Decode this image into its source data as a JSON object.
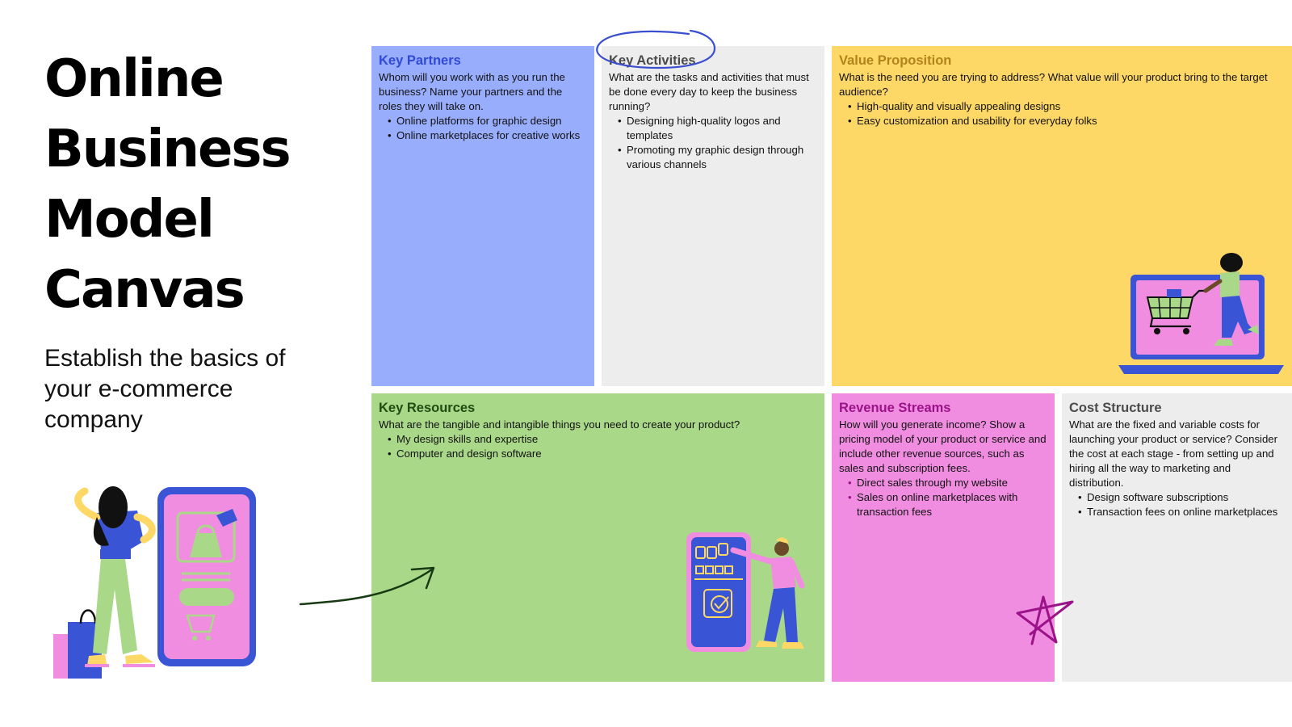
{
  "title_lines": [
    "Online",
    "Business",
    "Model",
    "Canvas"
  ],
  "subtitle": "Establish the basics of your e-commerce company",
  "blocks": {
    "key_partners": {
      "heading": "Key Partners",
      "question": "Whom will you work with as you run the business? Name your partners and the roles they will take on.",
      "items": [
        "Online platforms for graphic design",
        "Online marketplaces for creative works"
      ]
    },
    "key_activities": {
      "heading": "Key Activities",
      "question": "What are the tasks and activities that must be done every day to keep the business running?",
      "items": [
        "Designing high-quality logos and templates",
        "Promoting my graphic design through various channels"
      ]
    },
    "value_proposition": {
      "heading": "Value Proposition",
      "question": "What is the need you are trying to address? What value will your product bring to the target audience?",
      "items": [
        "High-quality and visually appealing designs",
        "Easy customization and usability for everyday folks"
      ]
    },
    "key_resources": {
      "heading": "Key Resources",
      "question": "What are the tangible and intangible things you need to create your product?",
      "items": [
        "My design skills and expertise",
        "Computer and design software"
      ]
    },
    "revenue_streams": {
      "heading": "Revenue Streams",
      "question": "How will you generate income? Show a pricing model of your product or service and include other revenue sources, such as sales and subscription fees.",
      "items": [
        "Direct sales through my website",
        "Sales on online marketplaces with transaction fees"
      ]
    },
    "cost_structure": {
      "heading": "Cost Structure",
      "question": "What are the fixed and variable costs for launching your product or service? Consider the cost at each stage - from setting up and hiring all the way to marketing and distribution.",
      "items": [
        "Design software subscriptions",
        "Transaction fees on online marketplaces"
      ]
    }
  },
  "colors": {
    "key_partners_bg": "#99adfd",
    "key_activities_bg": "#ededed",
    "value_proposition_bg": "#fed866",
    "key_resources_bg": "#aad889",
    "revenue_streams_bg": "#f18de1",
    "cost_structure_bg": "#ededed",
    "accent_blue": "#3a54d6",
    "accent_pink": "#f18de1"
  },
  "decorations": {
    "circle": "hand-drawn-circle",
    "arrow": "hand-drawn-arrow",
    "star": "hand-drawn-star",
    "illustrations": [
      "woman-with-phone-illustration",
      "woman-with-cart-laptop-illustration",
      "man-with-phone-app-illustration"
    ]
  }
}
